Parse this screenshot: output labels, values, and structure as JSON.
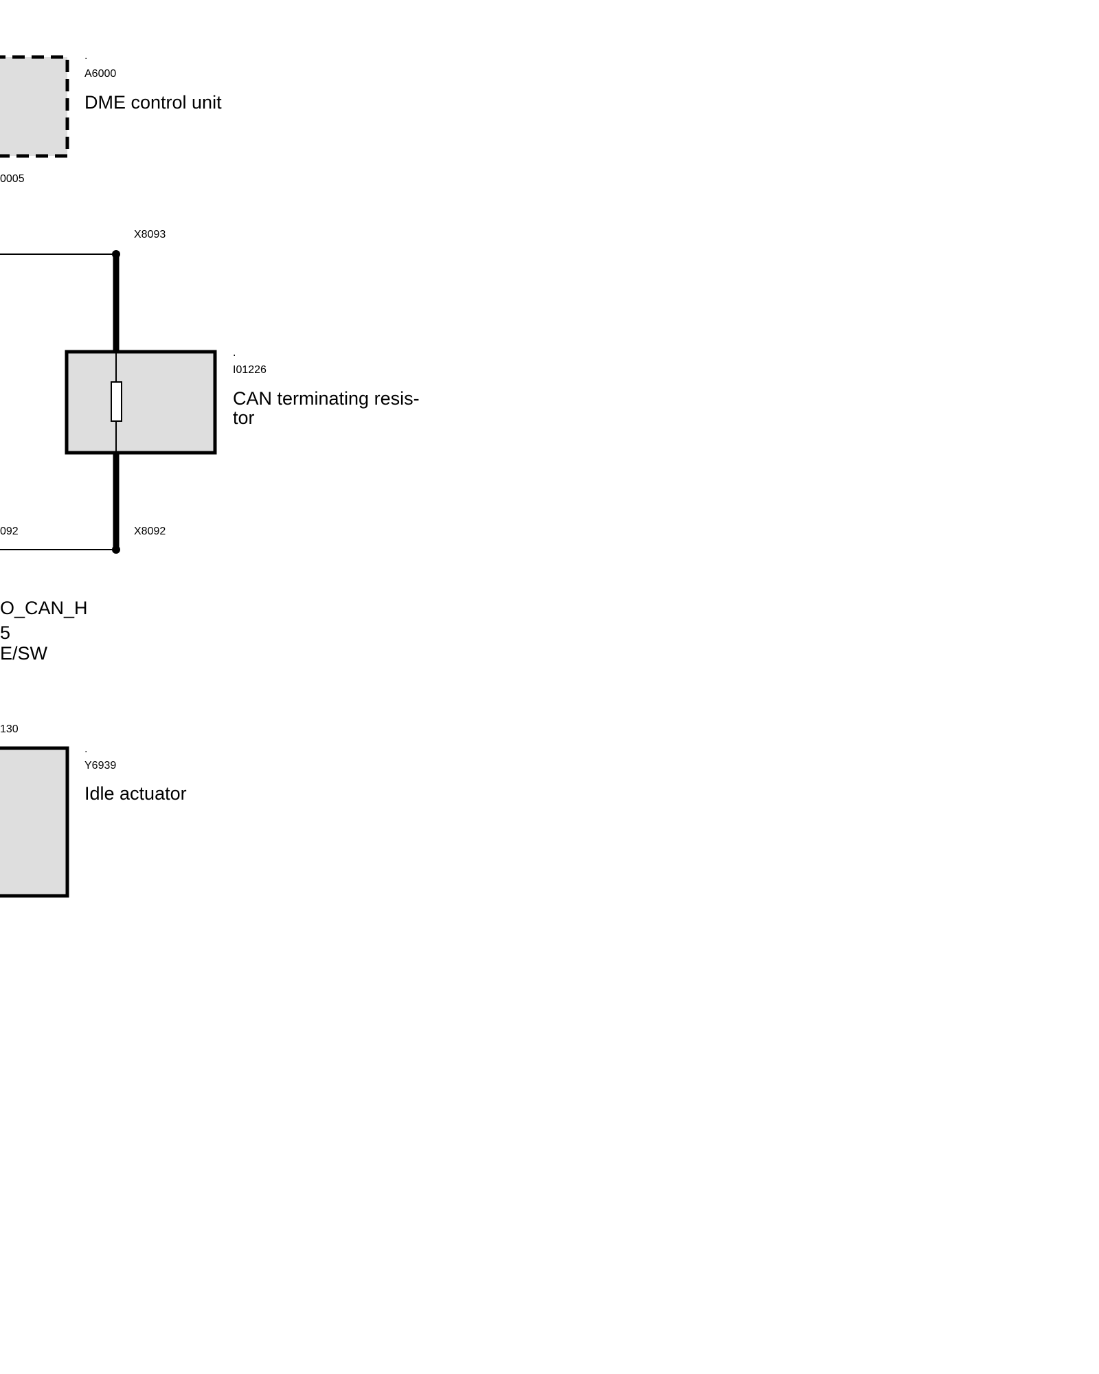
{
  "components": {
    "dme": {
      "marker": ".",
      "id": "A6000",
      "name": "DME control unit",
      "pin": "0005"
    },
    "resistor": {
      "marker": ".",
      "id": "I01226",
      "name_line1": "CAN terminating resis-",
      "name_line2": "tor"
    },
    "idle": {
      "marker": ".",
      "id": "Y6939",
      "name": "Idle actuator",
      "pin": "130"
    }
  },
  "connectors": {
    "top": "X8093",
    "bottom": "X8092",
    "bottom_left": "092"
  },
  "wire_label": {
    "line1": "O_CAN_H",
    "line2": "5",
    "line3": "E/SW"
  },
  "colors": {
    "fill": "#dedede",
    "stroke": "#000000"
  }
}
